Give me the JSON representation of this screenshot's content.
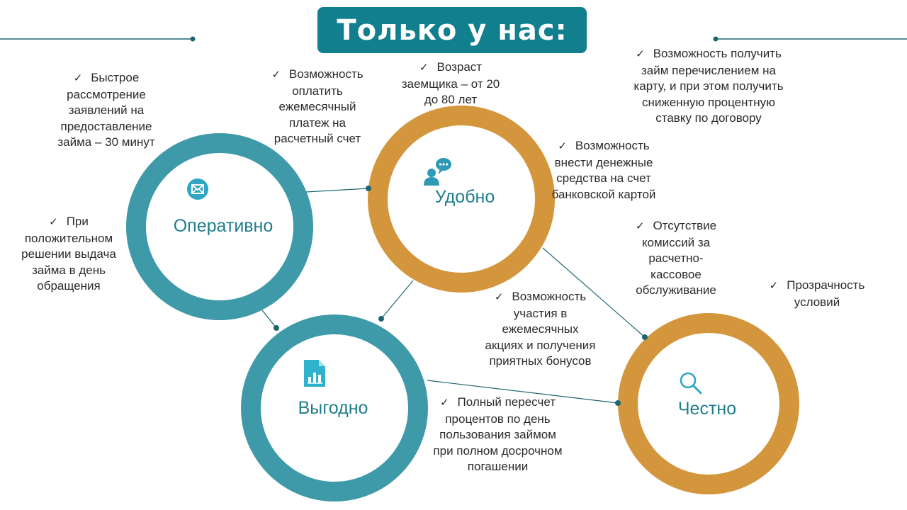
{
  "title": "Только у нас:",
  "colors": {
    "teal": "#3e9aa8",
    "orange": "#d4963d",
    "title_bg": "#127f8f",
    "line": "#1c6672",
    "label": "#1f7e8c"
  },
  "circles": [
    {
      "id": "operativno",
      "label": "Оперативно",
      "icon": "envelope-icon",
      "color": "teal"
    },
    {
      "id": "udobno",
      "label": "Удобно",
      "icon": "chat-person-icon",
      "color": "orange"
    },
    {
      "id": "vygodno",
      "label": "Выгодно",
      "icon": "document-chart-icon",
      "color": "teal"
    },
    {
      "id": "chestno",
      "label": "Честно",
      "icon": "magnifier-icon",
      "color": "orange"
    }
  ],
  "check_mark": "✓",
  "notes": {
    "fast_review": "Быстрое рассмотрение заявлений на предоставление займа – 30 минут",
    "same_day": "При положительном решении выдача займа в день обращения",
    "pay_account": "Возможность оплатить ежемесячный платеж на расчетный счет",
    "age": "Возраст заемщика – от 20 до 80 лет",
    "card_loan": "Возможность получить займ перечислением на карту, и при этом получить сниженную процентную ставку по договору",
    "card_deposit": "Возможность внести денежные средства на счет банковской картой",
    "no_fee": "Отсутствие комиссий за расчетно-кассовое обслуживание",
    "transparency": "Прозрачность условий",
    "promos": "Возможность участия в ежемесячных акциях и получения приятных бонусов",
    "recalc": "Полный пересчет процентов по день пользования займом при полном досрочном погашении"
  }
}
